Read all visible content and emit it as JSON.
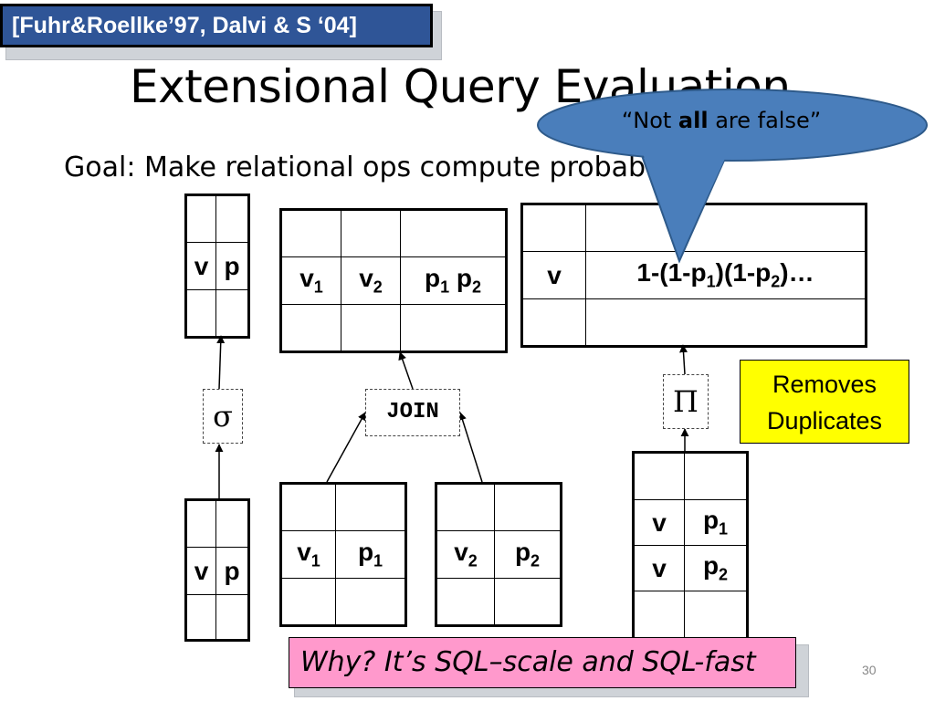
{
  "citation": "[Fuhr&Roellke’97, Dalvi & S ‘04]",
  "title": "Extensional Query Evaluation",
  "goal": "Goal: Make relational ops compute probabilities",
  "callout": {
    "pre": "“Not ",
    "bold": "all",
    "post": " are false”"
  },
  "selection": {
    "operator": "σ",
    "output_row": [
      "v",
      "p"
    ],
    "input_row": [
      "v",
      "p"
    ]
  },
  "join": {
    "operator": "JOIN",
    "output_row": {
      "v1": "v",
      "v2": "v",
      "p": "p",
      "sub1": "1",
      "sub2": "2"
    },
    "left_input": {
      "v": "v",
      "p": "p",
      "sub": "1"
    },
    "right_input": {
      "v": "v",
      "p": "p",
      "sub": "2"
    }
  },
  "projection": {
    "operator": "Π",
    "output_row": {
      "v": "v",
      "expr_a": "1-(1-p",
      "expr_b": ")(1-p",
      "expr_c": ")…",
      "sub1": "1",
      "sub2": "2"
    },
    "input_rows": [
      {
        "v": "v",
        "p": "p",
        "sub": "1"
      },
      {
        "v": "v",
        "p": "p",
        "sub": "2"
      }
    ]
  },
  "removes_note": {
    "line1": "Removes",
    "line2": "Duplicates"
  },
  "why_note": "Why? It’s SQL–scale and SQL-fast",
  "page_number": "30",
  "colors": {
    "citation_bg": "#2f5597",
    "callout_fill": "#4a7ebb",
    "note_yellow": "#ffff00",
    "note_pink": "#ff99cc"
  }
}
